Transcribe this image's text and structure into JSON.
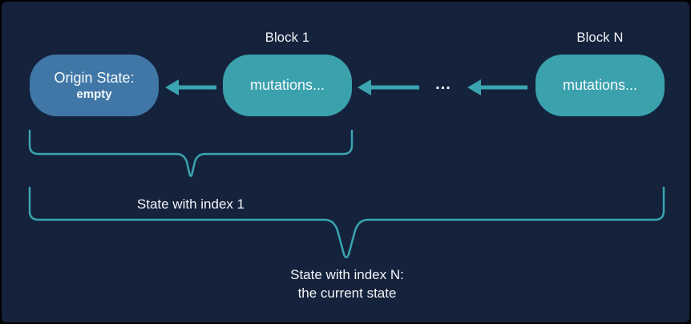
{
  "colors": {
    "background": "#15223c",
    "frame_border": "#000000",
    "origin_box": "#4077a7",
    "mutation_box": "#3aa1ad",
    "arrow": "#3aa4b0",
    "brace": "#3aa4b0",
    "text": "#f3f5f8"
  },
  "labels": {
    "block1": "Block 1",
    "blockN": "Block N"
  },
  "boxes": {
    "origin": {
      "line1": "Origin State:",
      "line2": "empty"
    },
    "block1": {
      "text": "mutations..."
    },
    "blockN": {
      "text": "mutations..."
    }
  },
  "ellipsis": {
    "text": "..."
  },
  "captions": {
    "index1": "State with index 1",
    "indexN_line1": "State with index N:",
    "indexN_line2": "the current state"
  }
}
